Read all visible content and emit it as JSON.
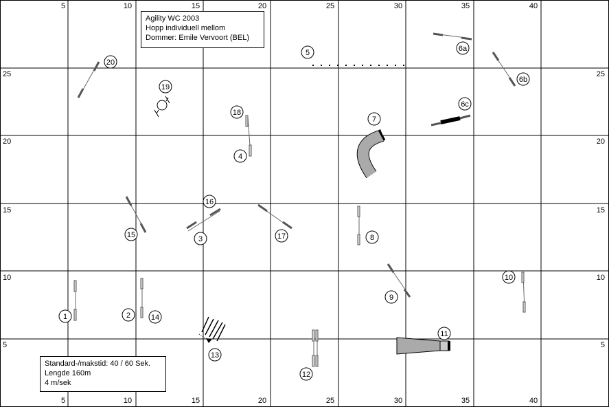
{
  "title_box": {
    "line1": "Agility WC 2003",
    "line2": "Hopp individuell mellom",
    "line3": "Dommer: Emile Vervoort (BEL)"
  },
  "info_box": {
    "line1": "Standard-/makstid: 40 / 60 Sek.",
    "line2": "Lengde 160m",
    "line3": "4 m/sek"
  },
  "grid": {
    "x_ticks": [
      "5",
      "10",
      "15",
      "20",
      "25",
      "30",
      "35",
      "40"
    ],
    "y_ticks": [
      "25",
      "20",
      "15",
      "10",
      "5"
    ]
  },
  "obstacle_numbers": [
    "1",
    "2",
    "3",
    "4",
    "5",
    "6a",
    "6b",
    "6c",
    "7",
    "8",
    "9",
    "10",
    "11",
    "12",
    "13",
    "14",
    "15",
    "16",
    "17",
    "18",
    "19",
    "20"
  ]
}
